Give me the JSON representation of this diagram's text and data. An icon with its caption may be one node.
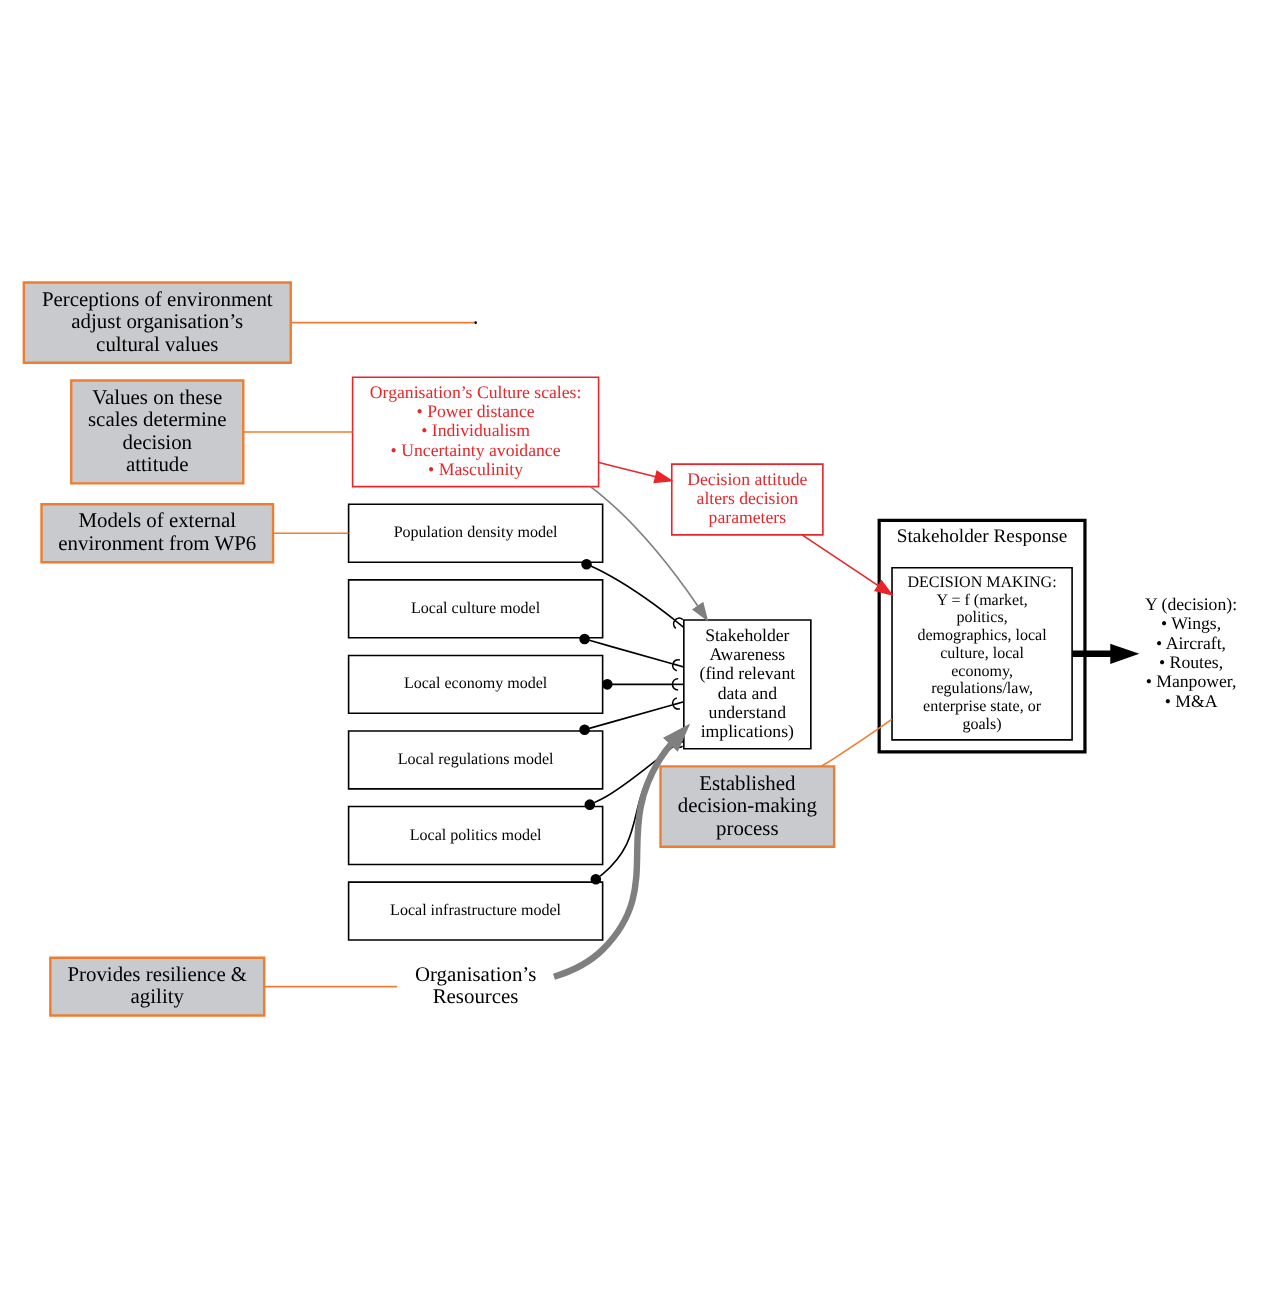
{
  "diagram": {
    "nodes": [
      {
        "text": [
          "Values on these scales determine decision attitude"
        ]
      },
      {
        "text": [
          "Organisation’s Culture scales:",
          "• Power distance",
          "• Individualism",
          "• Uncertainty avoidance",
          "• Masculinity"
        ]
      },
      {
        "text": [
          "Decision attitude",
          "alters decision parameters"
        ]
      },
      {
        "text": [
          "Perceptions of environment adjust organisation’s cultural values"
        ]
      },
      {
        "text": [
          "Models of external environment from WP6"
        ]
      },
      {
        "text": [
          "Population density model"
        ]
      },
      {
        "text": [
          "Local culture model"
        ]
      },
      {
        "text": [
          "Local economy model"
        ]
      },
      {
        "text": [
          "Local regulations model"
        ]
      },
      {
        "text": [
          "Local politics model"
        ]
      },
      {
        "text": [
          "Local infrastructure model"
        ]
      },
      {
        "text": [
          "Stakeholder Awareness",
          "(find relevant data and understand implications)"
        ]
      },
      {
        "text": [
          "Stakeholder Response"
        ]
      },
      {
        "text": [
          "DECISION MAKING:",
          "Y = f (market, politics, demographics, local culture, local economy, regulations/law, enterprise state, or goals)"
        ],
        "in": 12
      },
      {
        "text": [
          "Y (decision):",
          "• Wings,",
          "• Aircraft,",
          "• Routes,",
          "• Manpower,",
          "• M&A"
        ]
      },
      {
        "text": [
          "Provides resilience & agility"
        ]
      },
      {
        "text": [
          "Organisation’s Resources"
        ]
      },
      {
        "text": [
          "Established decision-making process"
        ]
      }
    ],
    "edges": [
      {
        "from": 0,
        "to": 1,
        "arrow": "none",
        "color": "#ed7d31"
      },
      {
        "from": 1,
        "to": 2,
        "arrow": "to",
        "color": "#e8262a"
      },
      {
        "from": 2,
        "to": 13,
        "arrow": "to",
        "color": "#e8262a"
      },
      {
        "from": 1,
        "to": 11,
        "arrow": "to",
        "color": "#7f7f7f"
      },
      {
        "from": 3,
        "to": null,
        "arrow": "none",
        "color": "#ed7d31"
      },
      {
        "from": 4,
        "to": 5,
        "arrow": "none",
        "color": "#ed7d31"
      },
      {
        "from": 5,
        "to": 11,
        "arrow": "other"
      },
      {
        "from": 6,
        "to": 11,
        "arrow": "other"
      },
      {
        "from": 7,
        "to": 11,
        "arrow": "other"
      },
      {
        "from": 8,
        "to": 11,
        "arrow": "other"
      },
      {
        "from": 9,
        "to": 11,
        "arrow": "other"
      },
      {
        "from": 10,
        "to": 11,
        "arrow": "other"
      },
      {
        "from": 16,
        "to": 11,
        "arrow": "to",
        "style": "thick",
        "color": "#7f7f7f"
      },
      {
        "from": 15,
        "to": 16,
        "arrow": "none",
        "color": "#ed7d31"
      },
      {
        "from": 13,
        "to": 14,
        "arrow": "to",
        "style": "thick"
      },
      {
        "from": 17,
        "to": 13,
        "arrow": "none",
        "color": "#ed7d31"
      }
    ]
  }
}
